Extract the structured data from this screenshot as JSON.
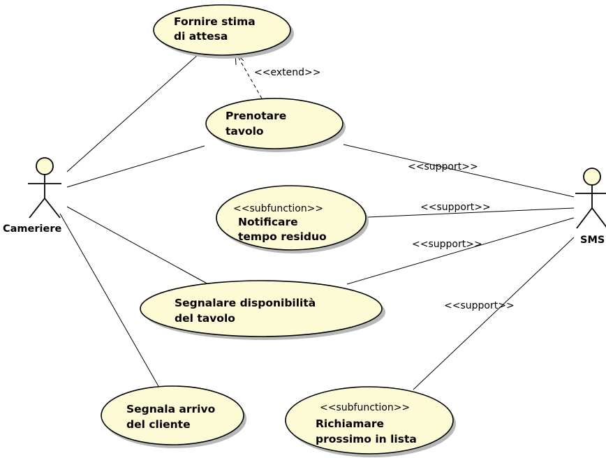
{
  "actors": {
    "cameriere": {
      "label": "Cameriere"
    },
    "sms": {
      "label": "SMS"
    }
  },
  "use_cases": {
    "fornire_stima": {
      "line1": "Fornire stima",
      "line2": "di attesa"
    },
    "prenotare": {
      "line1": "Prenotare",
      "line2": "tavolo"
    },
    "notificare": {
      "stereotype": "<<subfunction>>",
      "line1": "Notificare",
      "line2": "tempo residuo"
    },
    "segnalare_disp": {
      "line1": "Segnalare disponibilità",
      "line2": "del tavolo"
    },
    "segnala_arrivo": {
      "line1": "Segnala arrivo",
      "line2": "del cliente"
    },
    "richiamare": {
      "stereotype": "<<subfunction>>",
      "line1": "Richiamare",
      "line2": "prossimo in lista"
    }
  },
  "relations": {
    "extend": "<<extend>>",
    "support_prenotare": "<<support>>",
    "support_notificare": "<<support>>",
    "support_segnalare": "<<support>>",
    "support_richiamare": "<<support>>"
  },
  "colors": {
    "use_case_fill": "#fdfad6",
    "stroke": "#000000",
    "shadow": "#b8b8b8"
  }
}
